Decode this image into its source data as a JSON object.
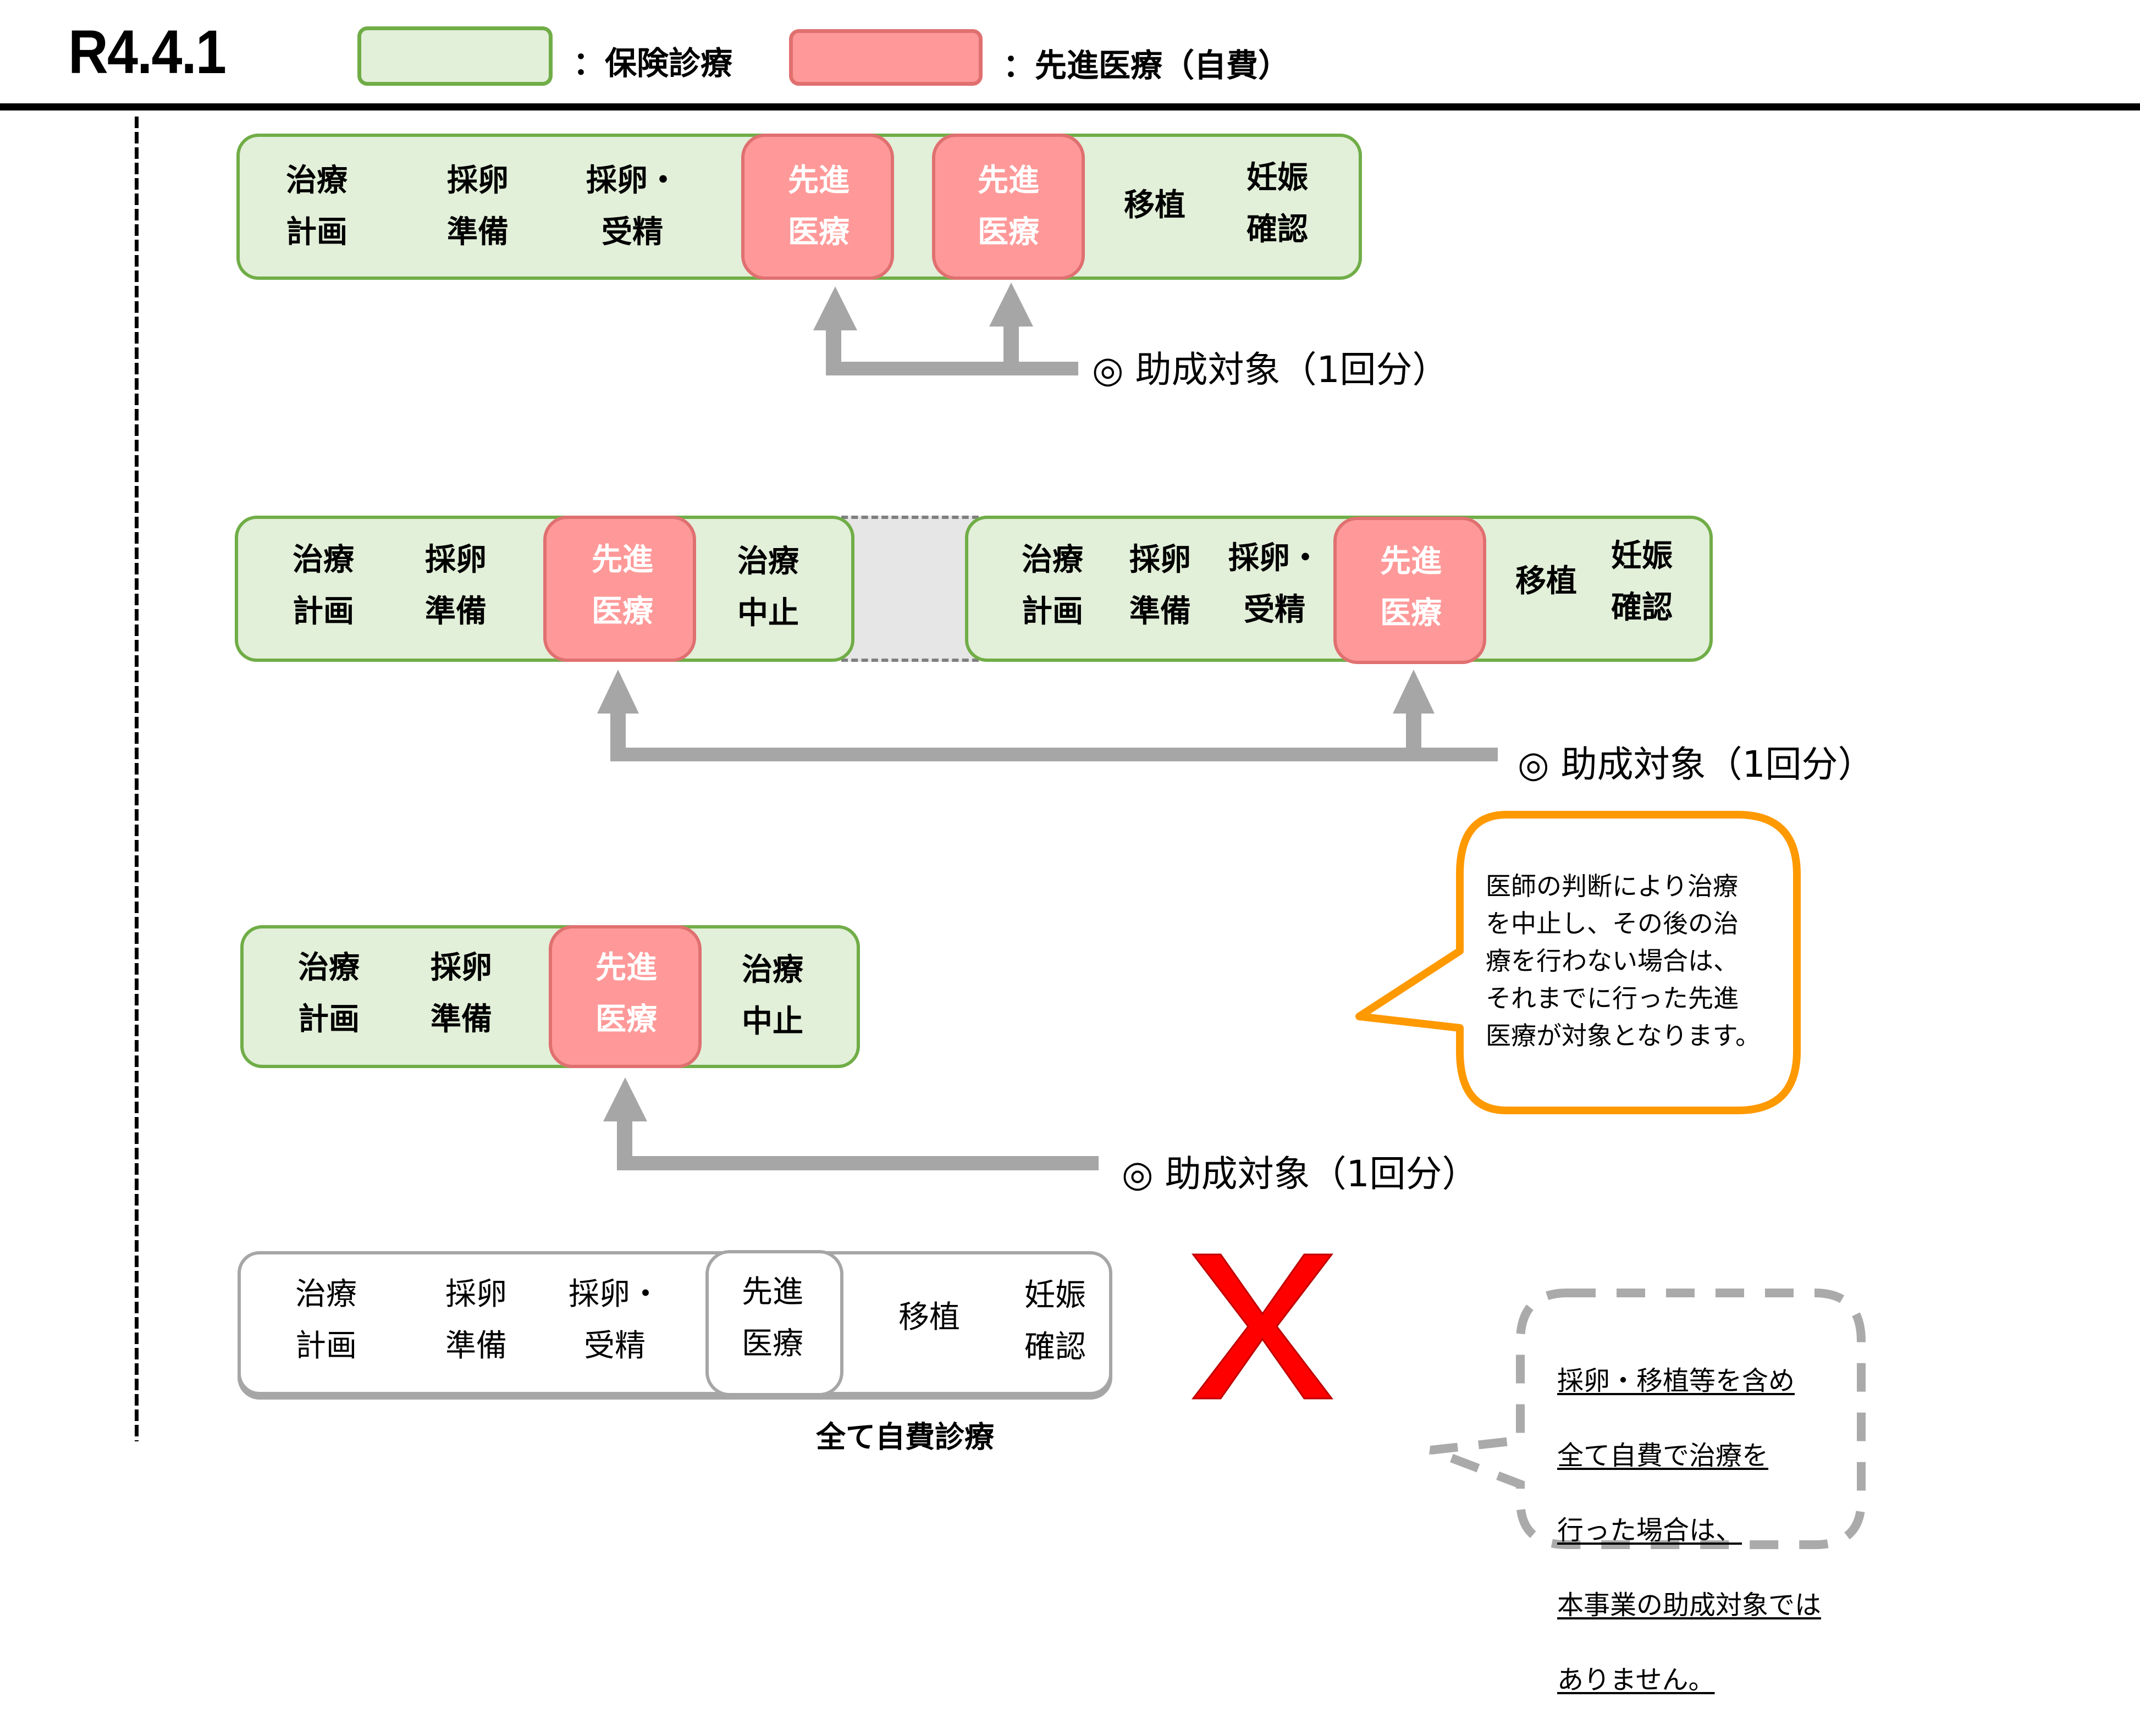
{
  "header": {
    "title": "R4.4.1",
    "legend": [
      {
        "label": "：保険診療",
        "fill": "#e2efd9",
        "stroke": "#70ad47"
      },
      {
        "label": "：先進医療（自費）",
        "fill": "#ff9999",
        "stroke": "#e07070"
      }
    ]
  },
  "colors": {
    "insurance_fill": "#e2efd9",
    "insurance_border": "#70ad47",
    "advanced_fill": "#ff9999",
    "advanced_border": "#e07070",
    "arrow": "#a6a6a6",
    "callout_border": "#ff9900",
    "cross": "#ff0000"
  },
  "scenario1": {
    "steps": [
      {
        "line1": "治療",
        "line2": "計画"
      },
      {
        "line1": "採卵",
        "line2": "準備"
      },
      {
        "line1": "採卵・",
        "line2": "受精"
      },
      {
        "line1": "先進",
        "line2": "医療"
      },
      {
        "line1": "先進",
        "line2": "医療"
      },
      {
        "line1": "移植",
        "line2": ""
      },
      {
        "line1": "妊娠",
        "line2": "確認"
      }
    ],
    "grant_label": "◎ 助成対象（1回分）"
  },
  "scenario2": {
    "left_steps": [
      {
        "line1": "治療",
        "line2": "計画"
      },
      {
        "line1": "採卵",
        "line2": "準備"
      },
      {
        "line1": "先進",
        "line2": "医療"
      },
      {
        "line1": "治療",
        "line2": "中止"
      }
    ],
    "right_steps": [
      {
        "line1": "治療",
        "line2": "計画"
      },
      {
        "line1": "採卵",
        "line2": "準備"
      },
      {
        "line1": "採卵・",
        "line2": "受精"
      },
      {
        "line1": "先進",
        "line2": "医療"
      },
      {
        "line1": "移植",
        "line2": ""
      },
      {
        "line1": "妊娠",
        "line2": "確認"
      }
    ],
    "grant_label": "◎ 助成対象（1回分）"
  },
  "scenario3": {
    "steps": [
      {
        "line1": "治療",
        "line2": "計画"
      },
      {
        "line1": "採卵",
        "line2": "準備"
      },
      {
        "line1": "先進",
        "line2": "医療"
      },
      {
        "line1": "治療",
        "line2": "中止"
      }
    ],
    "grant_label": "◎ 助成対象（1回分）",
    "callout": "医師の判断により治療\nを中止し、その後の治\n療を行わない場合は、\nそれまでに行った先進\n医療が対象となります。"
  },
  "scenario4": {
    "steps": [
      {
        "line1": "治療",
        "line2": "計画"
      },
      {
        "line1": "採卵",
        "line2": "準備"
      },
      {
        "line1": "採卵・",
        "line2": "受精"
      },
      {
        "line1": "先進",
        "line2": "医療"
      },
      {
        "line1": "移植",
        "line2": ""
      },
      {
        "line1": "妊娠",
        "line2": "確認"
      }
    ],
    "caption": "全て自費診療",
    "mark": "cross-icon",
    "callout_lines": [
      "採卵・移植等を含め",
      "全て自費で治療を",
      "行った場合は、",
      "本事業の助成対象では",
      "ありません。"
    ]
  }
}
